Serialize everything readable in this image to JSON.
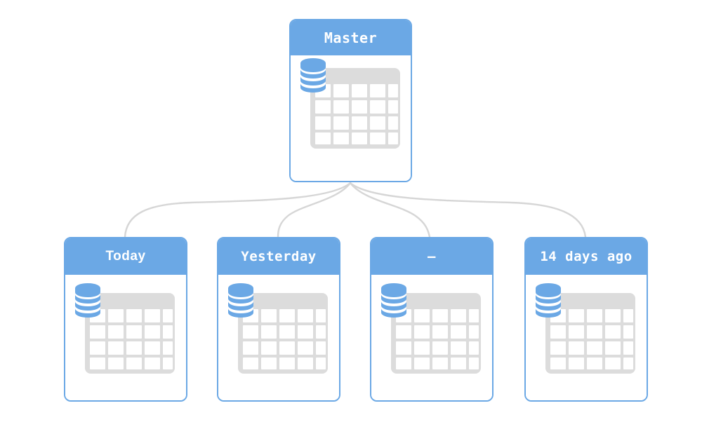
{
  "diagram": {
    "type": "tree",
    "title_present": false,
    "colors": {
      "node_blue": "#6ba8e5",
      "node_body": "#ffffff",
      "node_border": "#6ba8e5",
      "table_gray": "#dcdcdc",
      "cell_white": "#ffffff",
      "connector_gray": "#d6d6d6",
      "header_text": "#ffffff"
    },
    "root": {
      "id": "master",
      "label": "Master",
      "font": "monospace",
      "icons": [
        "database-cylinder-icon",
        "table-grid-icon"
      ]
    },
    "children": [
      {
        "id": "today",
        "label": "Today",
        "font": "sans-serif",
        "icons": [
          "database-cylinder-icon",
          "table-grid-icon"
        ]
      },
      {
        "id": "yesterday",
        "label": "Yesterday",
        "font": "monospace",
        "icons": [
          "database-cylinder-icon",
          "table-grid-icon"
        ]
      },
      {
        "id": "dash",
        "label": "–",
        "font": "monospace",
        "icons": [
          "database-cylinder-icon",
          "table-grid-icon"
        ]
      },
      {
        "id": "14days",
        "label": "14 days ago",
        "font": "monospace",
        "icons": [
          "database-cylinder-icon",
          "table-grid-icon"
        ]
      }
    ],
    "edges": [
      {
        "from": "master",
        "to": "today"
      },
      {
        "from": "master",
        "to": "yesterday"
      },
      {
        "from": "master",
        "to": "dash"
      },
      {
        "from": "master",
        "to": "14days"
      }
    ],
    "table_icon": {
      "columns": 5,
      "rows": 4
    },
    "database_icon": {
      "disks": 3
    }
  }
}
